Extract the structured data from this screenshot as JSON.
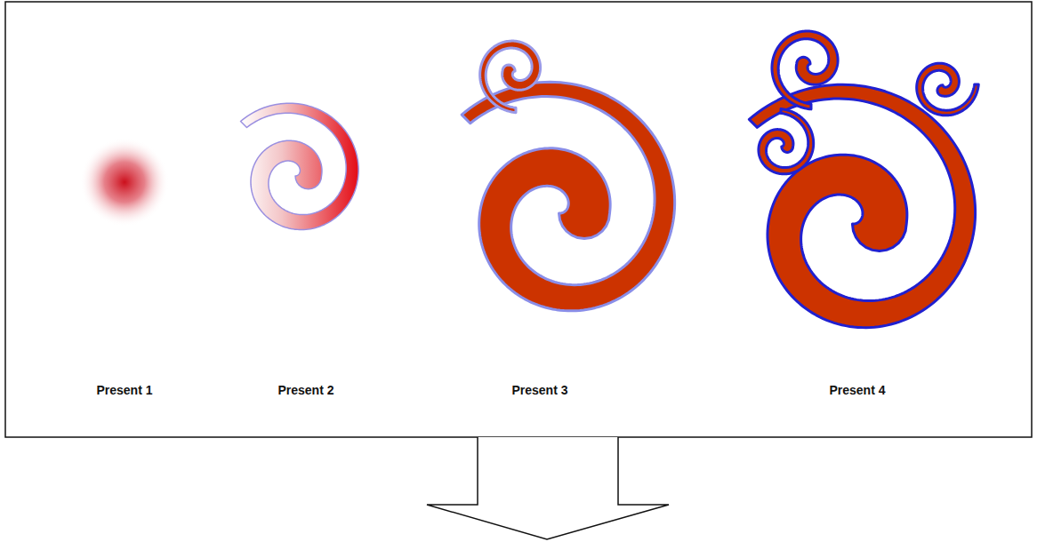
{
  "diagram": {
    "labels": [
      "Present 1",
      "Present 2",
      "Present 3",
      "Present 4"
    ]
  }
}
